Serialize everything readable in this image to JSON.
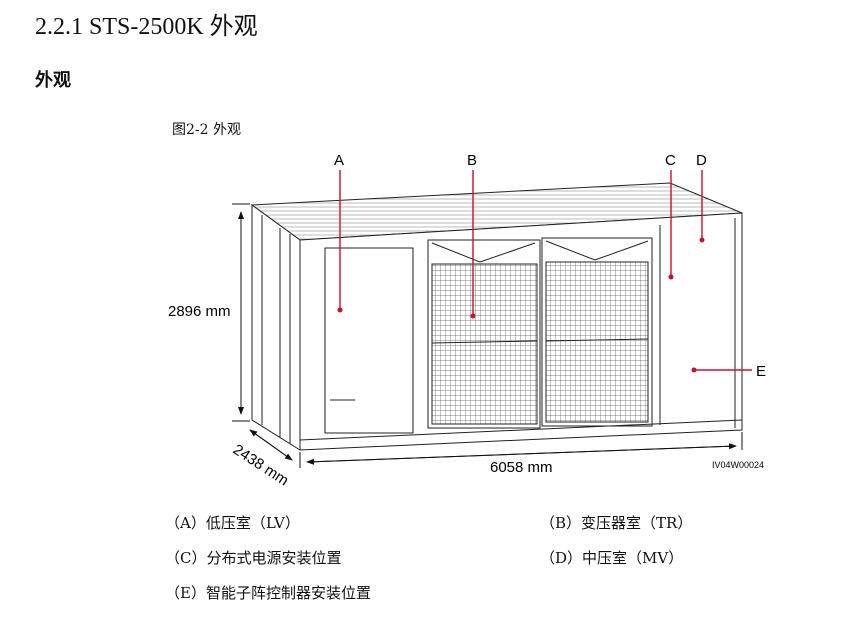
{
  "section_title": "2.2.1 STS-2500K 外观",
  "subheading": "外观",
  "figure_caption": "图2-2  外观",
  "figure": {
    "callouts": [
      "A",
      "B",
      "C",
      "D",
      "E"
    ],
    "height_label": "2896 mm",
    "width_label": "6058 mm",
    "depth_label": "2438 mm",
    "figure_id": "IV04W00024",
    "leader_color": "#c8102e"
  },
  "legend": [
    {
      "text": "（A）低压室（LV）"
    },
    {
      "text": "（B）变压器室（TR）"
    },
    {
      "text": "（C）分布式电源安装位置"
    },
    {
      "text": "（D）中压室（MV）"
    },
    {
      "text": "（E）智能子阵控制器安装位置"
    }
  ]
}
